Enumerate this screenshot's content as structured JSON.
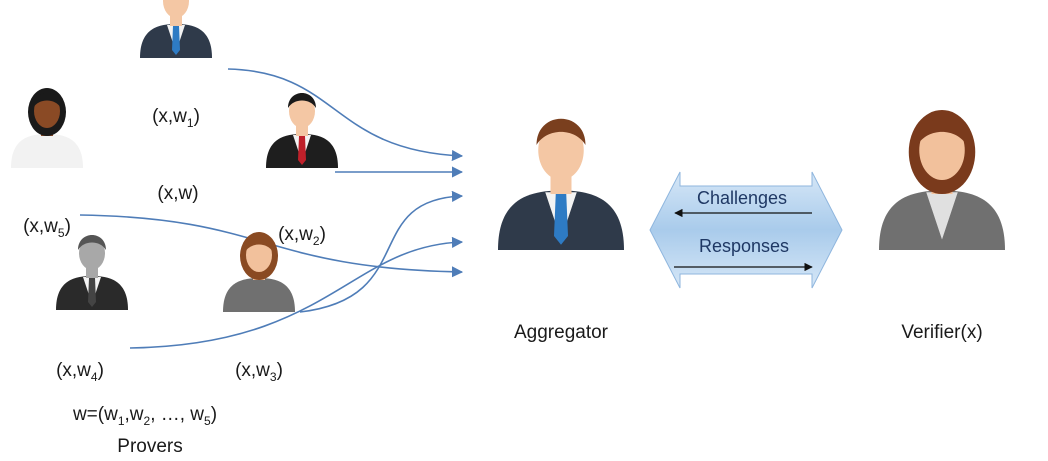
{
  "provers": [
    {
      "id": "p1",
      "label_base": "(x,w",
      "label_sub": "1",
      "label_end": ")",
      "icon": "businessman-blue-tie-icon",
      "colors": {
        "skin": "#f4c7a4",
        "hair": "#6b3b22",
        "suit": "#2f3a4a",
        "tie": "#2e7bc4"
      }
    },
    {
      "id": "p2",
      "label_base": "(x,w",
      "label_sub": "2",
      "label_end": ")",
      "icon": "businessman-red-tie-icon",
      "colors": {
        "skin": "#f4c7a4",
        "hair": "#1a1a1a",
        "suit": "#1e1e1e",
        "tie": "#c0202a"
      }
    },
    {
      "id": "p3",
      "label_base": "(x,w",
      "label_sub": "3",
      "label_end": ")",
      "icon": "businesswoman-icon",
      "colors": {
        "skin": "#f2c19c",
        "hair": "#8a4a22",
        "suit": "#707070",
        "tie": "#707070"
      }
    },
    {
      "id": "p4",
      "label_base": "(x,w",
      "label_sub": "4",
      "label_end": ")",
      "icon": "grayscale-man-icon",
      "colors": {
        "skin": "#a8a8a8",
        "hair": "#555555",
        "suit": "#2a2a2a",
        "tie": "#444444"
      }
    },
    {
      "id": "p5",
      "label_base": "(x,w",
      "label_sub": "5",
      "label_end": ")",
      "icon": "woman-dark-skin-icon",
      "colors": {
        "skin": "#8a4a25",
        "hair": "#1a1a1a",
        "suit": "#f2f2f2",
        "tie": "#f2f2f2"
      }
    }
  ],
  "xw_label": "(x,w)",
  "witness_vector": {
    "prefix": "w=(w",
    "sub1": "1",
    "mid1": ",w",
    "sub2": "2",
    "mid2": ", …, w",
    "sub3": "5",
    "end": ")"
  },
  "provers_caption": "Provers",
  "aggregator": {
    "label": "Aggregator",
    "icon": "aggregator-businessman-icon",
    "colors": {
      "skin": "#f4c7a4",
      "hair": "#7a3f1e",
      "suit": "#2f3a4a",
      "tie": "#2e7bc4"
    }
  },
  "verifier": {
    "label": "Verifier(x)",
    "icon": "verifier-woman-icon",
    "colors": {
      "skin": "#f2c19c",
      "hair": "#7a3a1c",
      "suit": "#707070",
      "tie": "#e0e0e0"
    }
  },
  "exchange": {
    "challenges": "Challenges",
    "responses": "Responses",
    "band_color": "#a9cbeb",
    "line_color": "#4f7db8"
  }
}
